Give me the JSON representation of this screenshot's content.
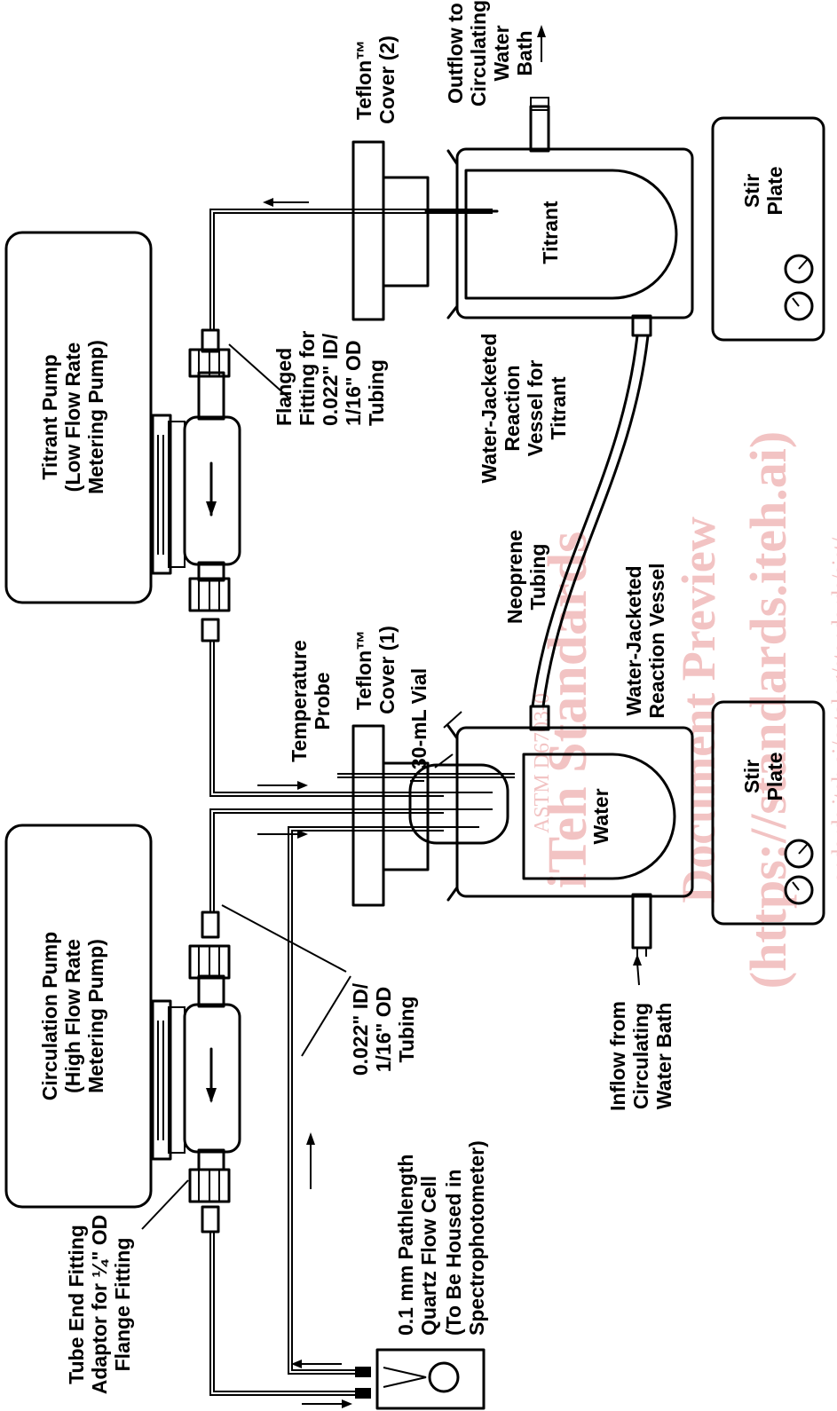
{
  "labels": {
    "circulation_pump": [
      "Circulation Pump",
      "(High Flow Rate",
      "Metering Pump)"
    ],
    "titrant_pump": [
      "Titrant Pump",
      "(Low Flow Rate",
      "Metering Pump)"
    ],
    "tube_end_fitting": [
      "Tube End Fitting",
      "Adaptor for ¼\" OD",
      "Flange Fitting"
    ],
    "flow_cell": [
      "0.1 mm Pathlength",
      "Quartz Flow Cell",
      "(To Be Housed in",
      "Spectrophotometer)"
    ],
    "tubing_main": [
      "0.022\" ID/",
      "1/16\" OD",
      "Tubing"
    ],
    "flanged_fitting": [
      "Flanged",
      "Fitting for",
      "0.022\" ID/",
      "1/16\" OD",
      "Tubing"
    ],
    "temperature_probe": [
      "Temperature",
      "Probe"
    ],
    "teflon_cover_1": [
      "Teflon™",
      "Cover (1)"
    ],
    "teflon_cover_2": [
      "Teflon™",
      "Cover (2)"
    ],
    "vial": "30-mL Vial",
    "water": "Water",
    "titrant": "Titrant",
    "neoprene_tubing": [
      "Neoprene",
      "Tubing"
    ],
    "reaction_vessel": [
      "Water-Jacketed",
      "Reaction Vessel"
    ],
    "reaction_vessel_titrant": [
      "Water-Jacketed",
      "Reaction",
      "Vessel for",
      "Titrant"
    ],
    "inflow": [
      "Inflow from",
      "Circulating",
      "Water Bath"
    ],
    "outflow": [
      "Outflow to",
      "Circulating",
      "Water",
      "Bath"
    ],
    "stir_plate": [
      "Stir",
      "Plate"
    ]
  },
  "watermark": {
    "line1": "iTeh Standards",
    "line2": "(https://standards.iteh.ai)",
    "line3": "Document Preview",
    "line4": "ASTM D6703-0",
    "line5": "andards.iteh.ai/catalog/standards/sist/"
  }
}
